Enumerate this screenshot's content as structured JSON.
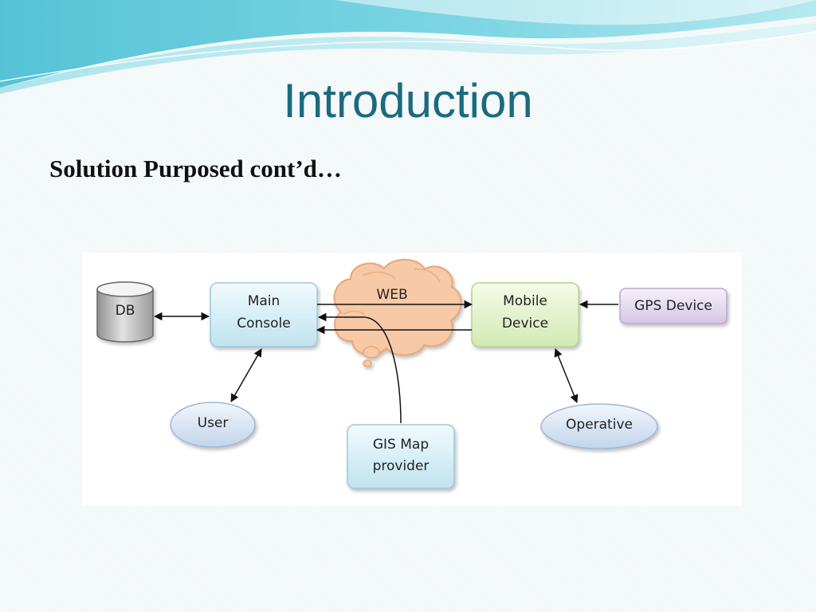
{
  "slide": {
    "title": "Introduction",
    "subtitle": "Solution Purposed cont’d…"
  },
  "diagram": {
    "nodes": {
      "db": "DB",
      "main_console": [
        "Main",
        "Console"
      ],
      "web": "WEB",
      "mobile_device": [
        "Mobile",
        "Device"
      ],
      "gps_device": "GPS Device",
      "user": "User",
      "gis_map_provider": [
        "GIS Map",
        "provider"
      ],
      "operative": "Operative"
    }
  }
}
